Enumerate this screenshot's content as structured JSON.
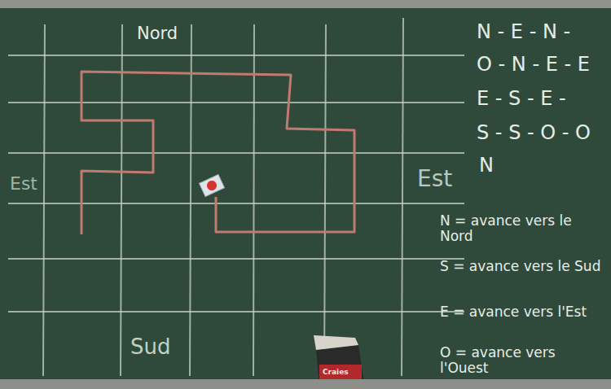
{
  "diagram": {
    "labels": [
      "Nord",
      "N - E - N -",
      "O - N - E - E",
      "E - S - E -",
      "S - S - O - O",
      "Est",
      "Est",
      "N",
      "N = avance vers le Nord",
      "S = avance vers le Sud",
      "E = avance vers l'Est",
      "O = avance vers l'Ouest",
      "Sud",
      "Craies"
    ]
  }
}
